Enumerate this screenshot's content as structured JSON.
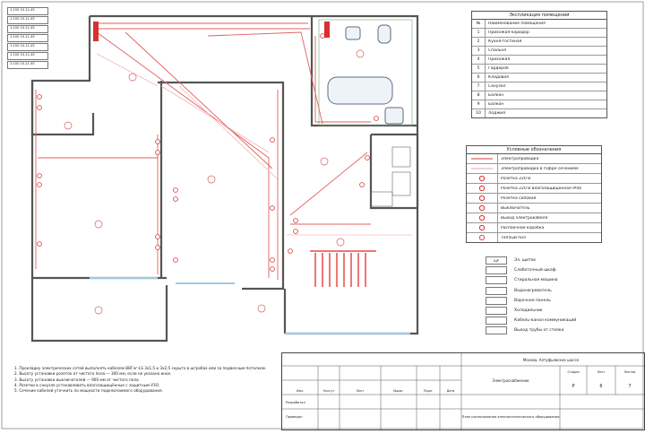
{
  "rooms_table": {
    "title": "Экспликация помещений",
    "col_num": "№",
    "col_name": "Наименование помещения",
    "rows": [
      {
        "num": "1",
        "name": "Прихожая-коридор"
      },
      {
        "num": "2",
        "name": "Кухня-гостиная"
      },
      {
        "num": "3",
        "name": "Спальня"
      },
      {
        "num": "4",
        "name": "Прихожая"
      },
      {
        "num": "5",
        "name": "Гардероб"
      },
      {
        "num": "6",
        "name": "Кладовая"
      },
      {
        "num": "7",
        "name": "Санузел"
      },
      {
        "num": "8",
        "name": "Балкон"
      },
      {
        "num": "9",
        "name": "Балкон"
      },
      {
        "num": "10",
        "name": "Лоджия"
      }
    ]
  },
  "legend_table": {
    "title": "Условные обозначения",
    "rows": [
      "Электропроводка",
      "Электропроводка в гофре сечением",
      "Розетка 220 В",
      "Розетка 220 В влагозащищённая IP44",
      "Розетка силовая",
      "Выключатель",
      "Выход электрокабеля",
      "Распаечная коробка",
      "Тёплый пол"
    ]
  },
  "symbol_list": [
    {
      "code": "ЩР",
      "text": "Эл. щиток"
    },
    {
      "code": "",
      "text": "Слаботочный шкаф"
    },
    {
      "code": "",
      "text": "Стиральная машина"
    },
    {
      "code": "",
      "text": "Водонагреватель"
    },
    {
      "code": "",
      "text": "Варочная панель"
    },
    {
      "code": "",
      "text": "Холодильник"
    },
    {
      "code": "",
      "text": "Кабель-канал коммуникаций"
    },
    {
      "code": "",
      "text": "Выход трубы от стояка"
    }
  ],
  "scale_list": [
    "1:100 10-11.45",
    "1:100 10-11.45",
    "1:100 10-11.45",
    "1:100 10-11.45",
    "1:100 10-11.45",
    "1:100 10-11.45",
    "1:100 10-11.45"
  ],
  "notes": [
    "1. Прокладку электрических сетей выполнять кабелем ВВГнг-LS 3х1,5 и 3х2,5 скрыто в штробах или за подвесным потолком.",
    "2. Высоту установки розеток от чистого пола — 300 мм, если не указано иное.",
    "3. Высоту установки выключателей — 900 мм от чистого пола.",
    "4. Розетки в санузле устанавливать влагозащищённые с защитным УЗО.",
    "5. Сечение кабелей уточнить по мощности подключаемого оборудования."
  ],
  "title_block": {
    "project": "Москва, Алтуфьевское шоссе",
    "sheet_title": "План расположения электротехнического оборудования",
    "section": "Электроснабжение",
    "stage": "Р",
    "sheet": "6",
    "sheets": "7",
    "col_headers": [
      "Изм.",
      "Кол.уч",
      "Лист",
      "№док.",
      "Подп.",
      "Дата"
    ],
    "roles": [
      "Разработал",
      "Проверил"
    ],
    "stage_label": "Стадия",
    "sheet_label": "Лист",
    "sheets_label": "Листов"
  },
  "colors": {
    "wall": "#555555",
    "wire": "#e06060",
    "wire_light": "#f2b6b6",
    "glass": "#9ec8e8",
    "floor_heat": "#e84848"
  }
}
